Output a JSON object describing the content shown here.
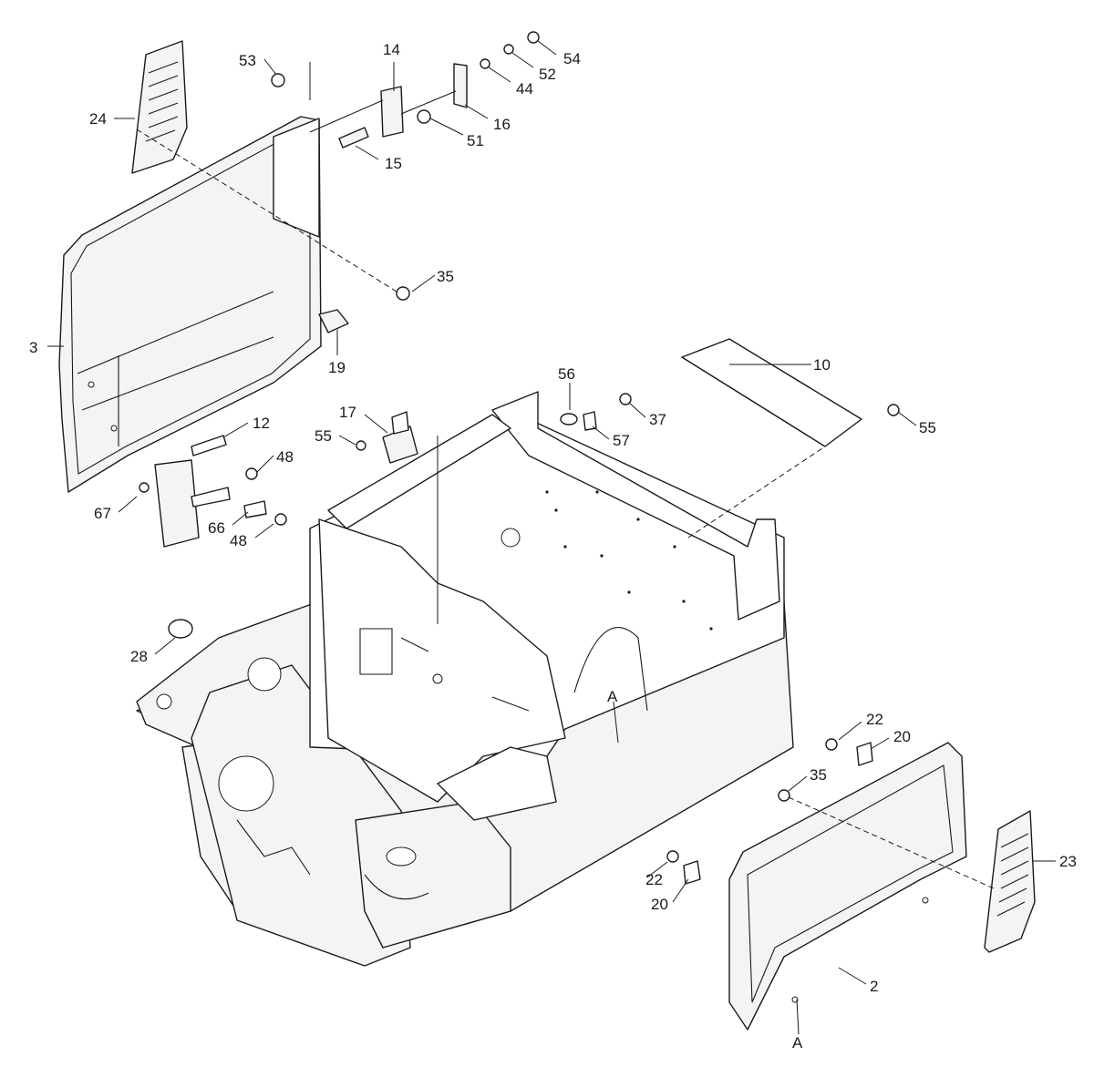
{
  "callouts": {
    "c53": "53",
    "c14": "14",
    "c54": "54",
    "c52": "52",
    "c44": "44",
    "c16": "16",
    "c51": "51",
    "c15": "15",
    "c24": "24",
    "c35a": "35",
    "c3": "3",
    "c19": "19",
    "c56": "56",
    "c10": "10",
    "c37": "37",
    "c55a": "55",
    "c57": "57",
    "c17": "17",
    "c55b": "55",
    "c12": "12",
    "c48a": "48",
    "c67": "67",
    "c66": "66",
    "c48b": "48",
    "c28": "28",
    "cA1": "A",
    "c22a": "22",
    "c20a": "20",
    "c35b": "35",
    "c23": "23",
    "c22b": "22",
    "c20b": "20",
    "c2": "2",
    "cA2": "A"
  },
  "colors": {
    "line": "#1a1a1a",
    "fill": "#f4f4f4",
    "background": "#ffffff"
  }
}
